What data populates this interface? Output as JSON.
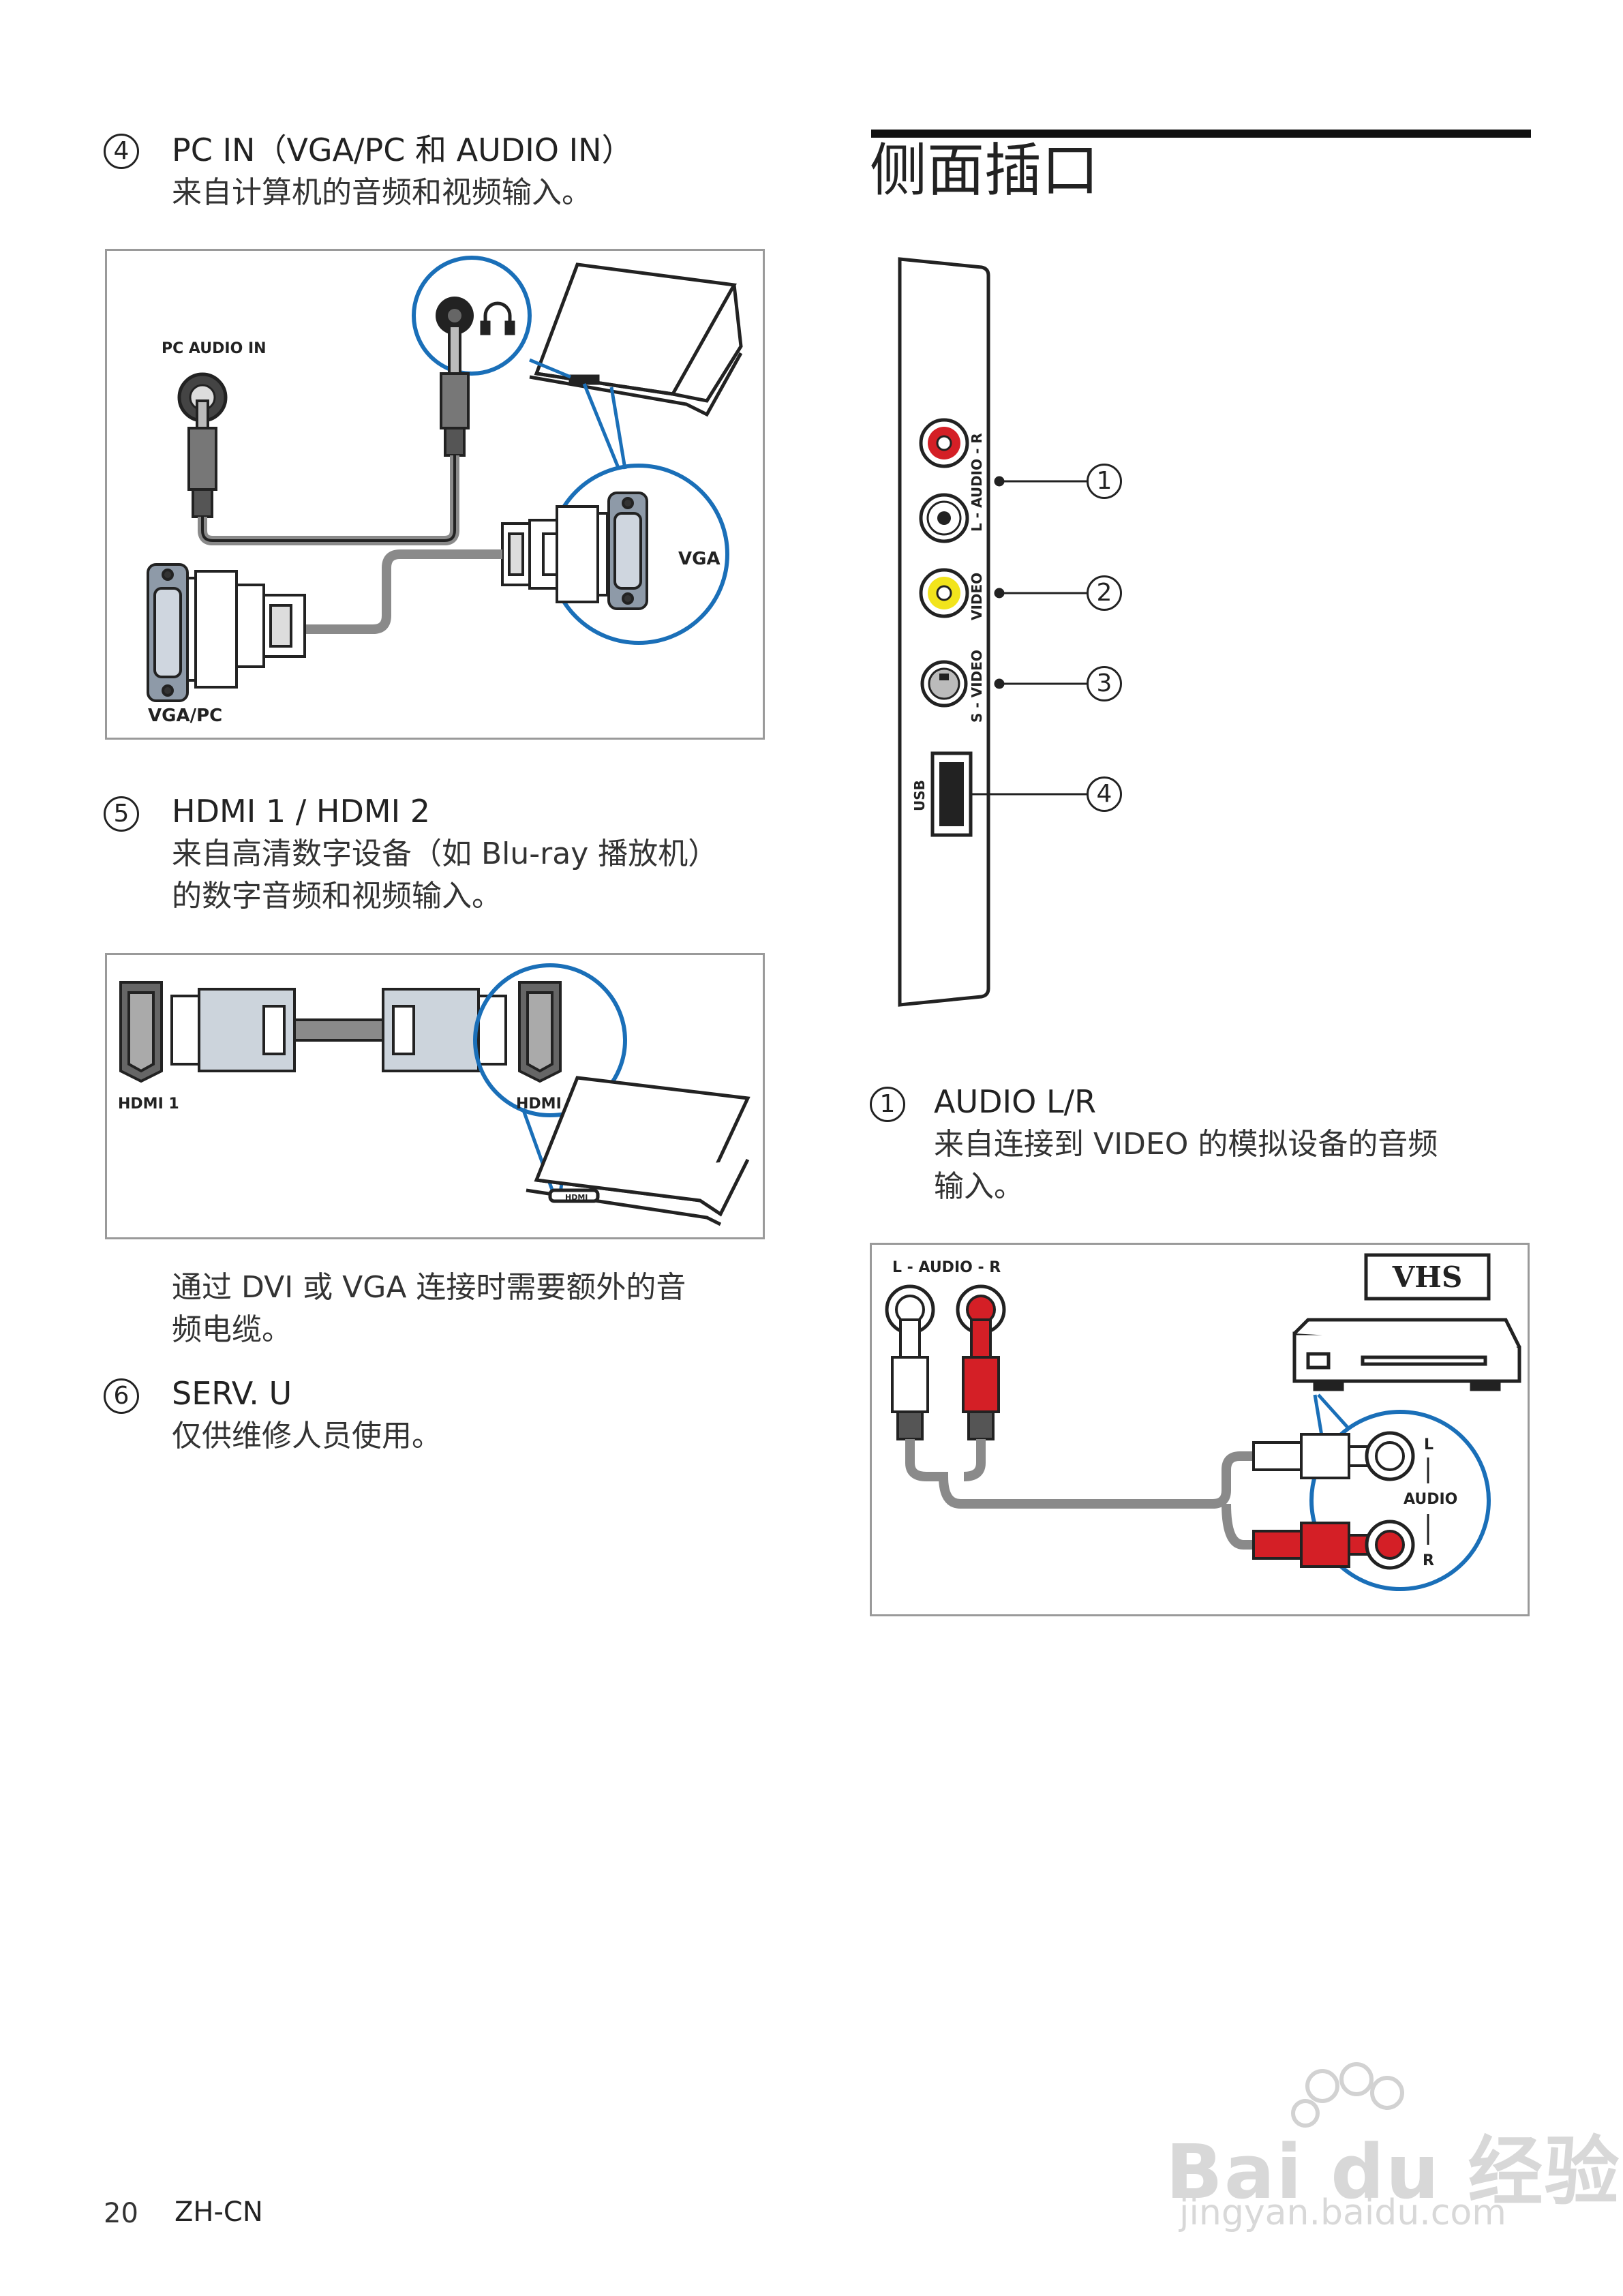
{
  "left": {
    "item4": {
      "num": "4",
      "title": "PC IN（VGA/PC 和 AUDIO IN）",
      "desc": "来自计算机的音频和视频输入。",
      "fig": {
        "pc_audio_in": "PC AUDIO IN",
        "vga": "VGA",
        "vga_pc": "VGA/PC"
      }
    },
    "item5": {
      "num": "5",
      "title": "HDMI 1 / HDMI 2",
      "desc_line1": "来自高清数字设备（如 Blu-ray 播放机）",
      "desc_line2": "的数字音频和视频输入。",
      "fig": {
        "hdmi1": "HDMI 1",
        "hdmi": "HDMI",
        "port_hdmi": "HDMI"
      }
    },
    "note_line1": "通过 DVI 或 VGA 连接时需要额外的音",
    "note_line2": "频电缆。",
    "item6": {
      "num": "6",
      "title": "SERV. U",
      "desc": "仅供维修人员使用。"
    }
  },
  "right": {
    "section_title": "侧面插口",
    "panel": {
      "audio_label": "L - AUDIO - R",
      "video_label": "VIDEO",
      "svideo_label": "S - VIDEO",
      "usb_label": "USB",
      "callouts": [
        "1",
        "2",
        "3",
        "4"
      ]
    },
    "item1": {
      "num": "1",
      "title": "AUDIO L/R",
      "desc_line1": "来自连接到 VIDEO 的模拟设备的音频",
      "desc_line2": "输入。",
      "fig": {
        "audio_lr": "L - AUDIO - R",
        "vhs": "VHS",
        "l": "L",
        "audio": "AUDIO",
        "r": "R"
      }
    }
  },
  "footer": {
    "page_num": "20",
    "lang": "ZH-CN"
  },
  "watermark": {
    "brand": "Bai du 经验",
    "url": "jingyan.baidu.com"
  },
  "colors": {
    "accent_blue": "#1a6fb8",
    "cable_grey": "#8a8a8a",
    "red": "#d41f26",
    "yellow": "#f2e41c"
  }
}
